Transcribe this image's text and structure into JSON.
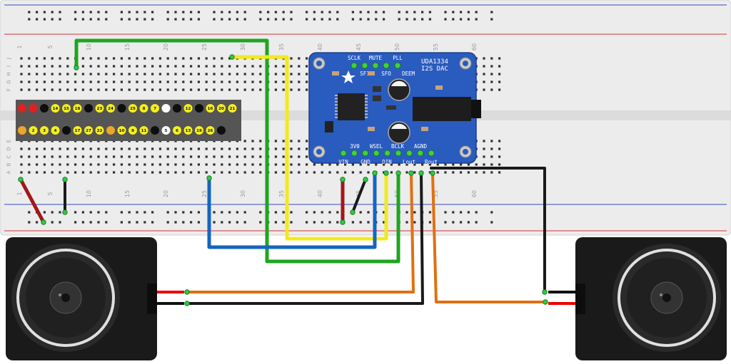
{
  "breadboard": {
    "column_numbers": [
      "1",
      "5",
      "10",
      "15",
      "20",
      "25",
      "30",
      "35",
      "40",
      "45",
      "50",
      "55",
      "60"
    ],
    "row_letters_top": [
      "J",
      "I",
      "H",
      "G",
      "F"
    ],
    "row_letters_bottom": [
      "E",
      "D",
      "C",
      "B",
      "A"
    ]
  },
  "gpio_header": {
    "top_row": [
      "",
      "",
      "",
      "14",
      "15",
      "18",
      "",
      "23",
      "24",
      "",
      "25",
      "8",
      "7",
      "",
      "",
      "12",
      "",
      "16",
      "20",
      "21"
    ],
    "bottom_row": [
      "",
      "2",
      "3",
      "4",
      "",
      "17",
      "27",
      "22",
      "",
      "10",
      "9",
      "11",
      "",
      "5",
      "6",
      "13",
      "19",
      "26",
      ""
    ],
    "top_colors": [
      "red",
      "red",
      "black",
      "yellow",
      "yellow",
      "yellow",
      "black",
      "yellow",
      "yellow",
      "black",
      "yellow",
      "yellow",
      "yellow",
      "white",
      "black",
      "yellow",
      "black",
      "yellow",
      "yellow",
      "yellow"
    ],
    "bottom_colors": [
      "orange",
      "yellow",
      "yellow",
      "yellow",
      "black",
      "yellow",
      "yellow",
      "yellow",
      "orange",
      "yellow",
      "yellow",
      "yellow",
      "black",
      "white",
      "yellow",
      "yellow",
      "yellow",
      "yellow",
      "black"
    ]
  },
  "dac": {
    "title_line1": "UDA1334",
    "title_line2": "I2S DAC",
    "top_pins": [
      "SCLK",
      "MUTE",
      "PLL"
    ],
    "mid_pins": [
      "SF1",
      "SFO",
      "DEEM"
    ],
    "bottom_upper_labels": [
      "3V0",
      "WSEL",
      "BCLK",
      "AGND"
    ],
    "bottom_lower_labels": [
      "VIN",
      "GND",
      "DIN",
      "Lout",
      "Rout"
    ]
  },
  "colors": {
    "board": "#2a5bbf",
    "wire_green": "#1fa51f",
    "wire_yellow": "#f2ea1d",
    "wire_blue": "#1565c0",
    "wire_orange": "#e0700f",
    "wire_red": "#a01818",
    "wire_black": "#1a1a1a"
  }
}
